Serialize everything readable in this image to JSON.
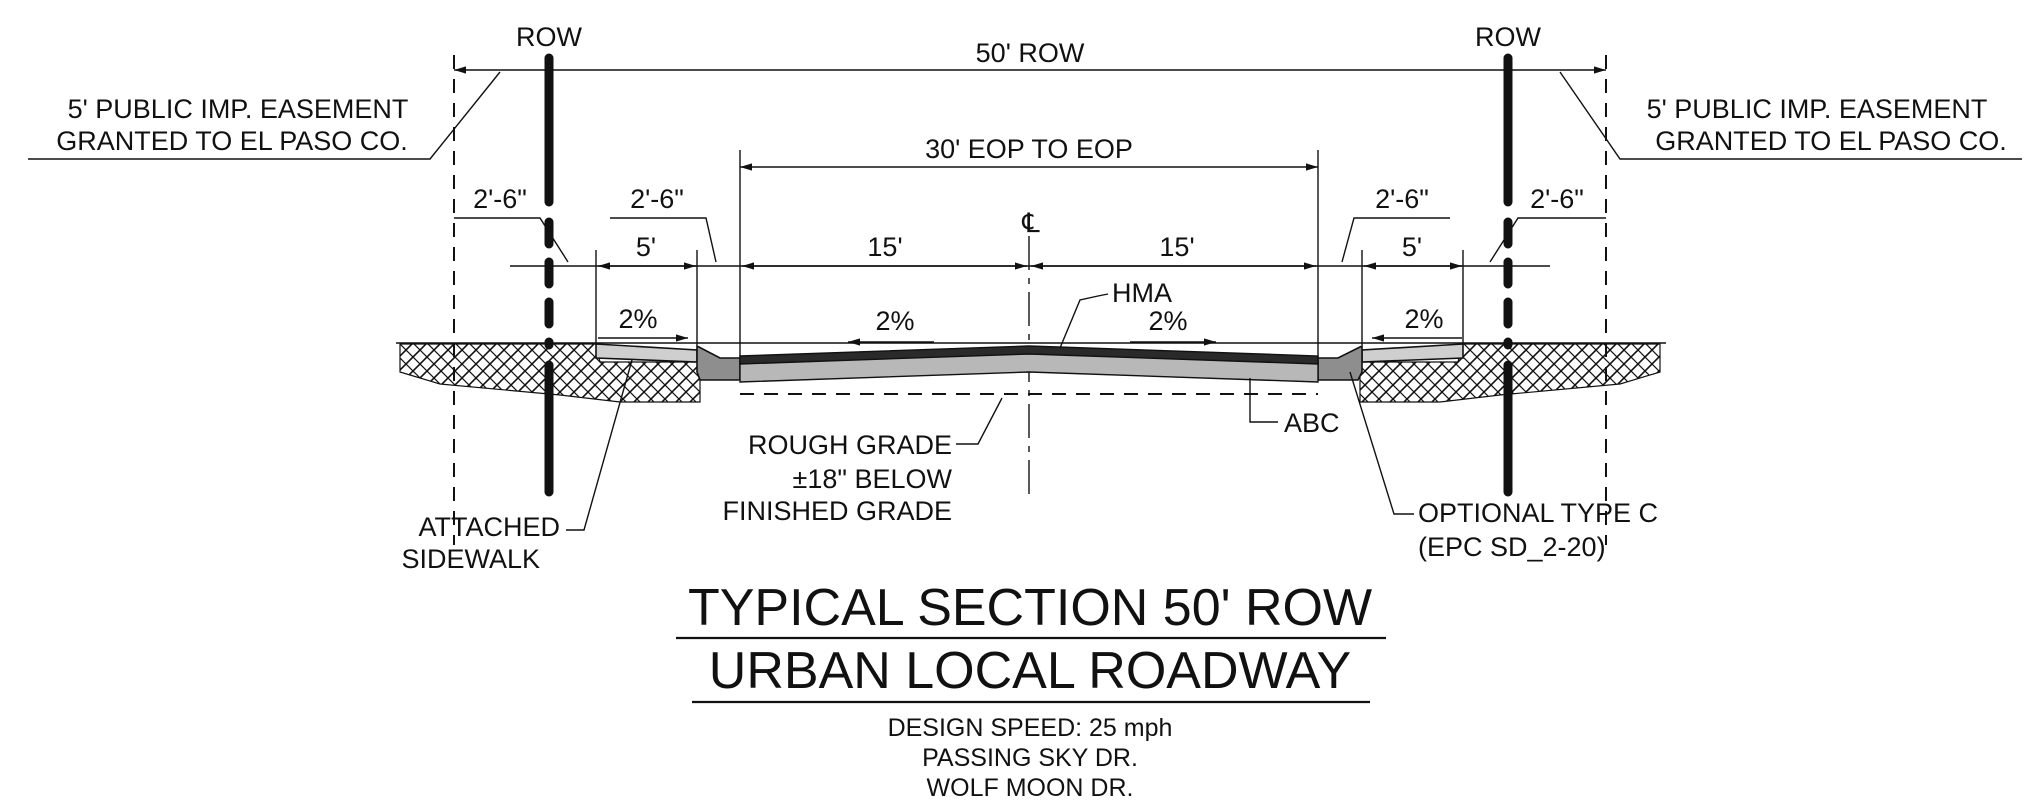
{
  "drawing": {
    "row_left": "ROW",
    "row_right": "ROW",
    "total_row": "50' ROW",
    "eop_to_eop": "30' EOP TO EOP",
    "easement_left": [
      "5' PUBLIC IMP. EASEMENT",
      "GRANTED TO EL PASO CO."
    ],
    "easement_right": [
      "5' PUBLIC IMP. EASEMENT",
      "GRANTED TO EL PASO CO."
    ],
    "dim_2_6_outer_left": "2'-6\"",
    "dim_2_6_inner_left": "2'-6\"",
    "dim_2_6_inner_right": "2'-6\"",
    "dim_2_6_outer_right": "2'-6\"",
    "dim_5_left": "5'",
    "dim_5_right": "5'",
    "dim_15_left": "15'",
    "dim_15_right": "15'",
    "centerline": "℄",
    "slope_walk_left": "2%",
    "slope_road_left": "2%",
    "slope_road_right": "2%",
    "slope_walk_right": "2%",
    "hma": "HMA",
    "abc": "ABC",
    "rough_grade": [
      "ROUGH GRADE",
      "±18\" BELOW",
      "FINISHED GRADE"
    ],
    "attached_sidewalk": [
      "ATTACHED",
      "SIDEWALK"
    ],
    "optional_curb": [
      "OPTIONAL TYPE C",
      "(EPC SD_2-20)"
    ]
  },
  "title": {
    "line1": "TYPICAL SECTION 50' ROW",
    "line2": "URBAN LOCAL ROADWAY",
    "design_speed": "DESIGN SPEED: 25 mph",
    "street1": "PASSING SKY DR.",
    "street2": "WOLF MOON DR."
  }
}
